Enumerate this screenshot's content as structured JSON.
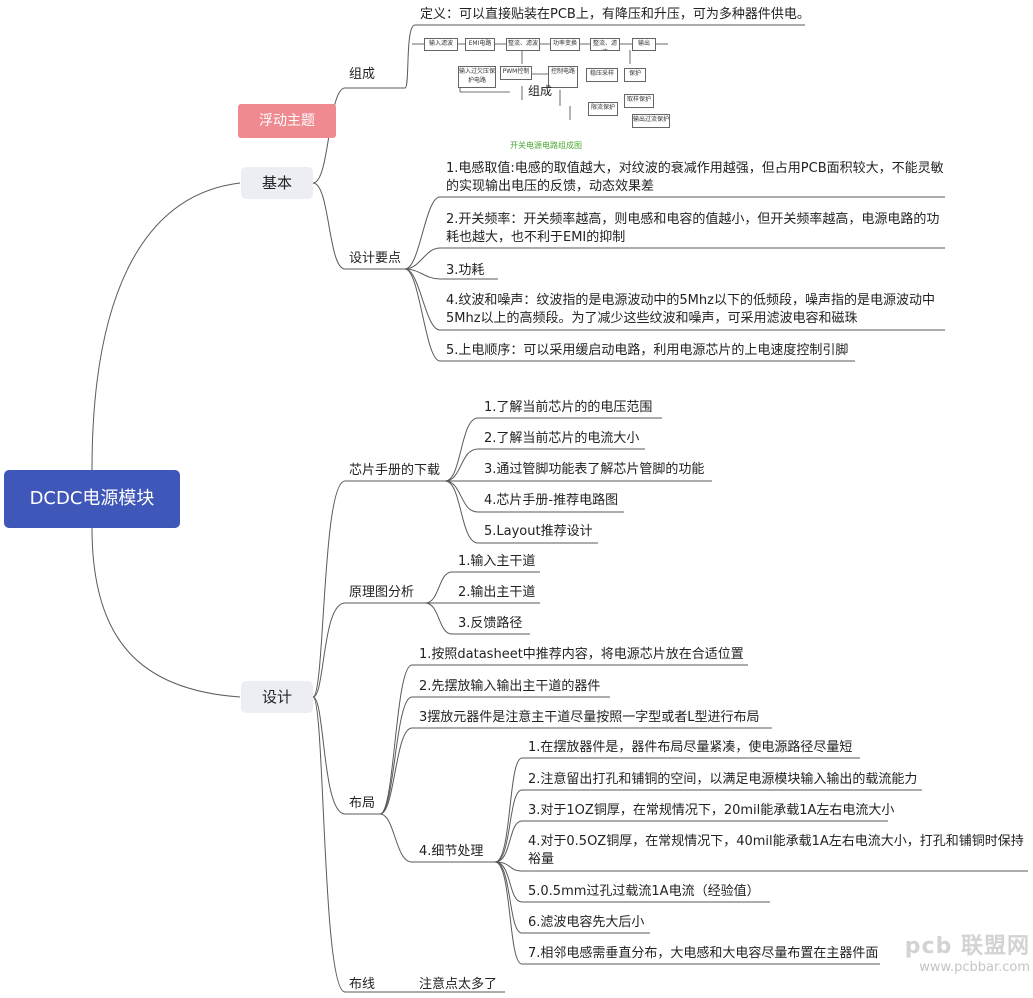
{
  "root": "DCDC电源模块",
  "floating_topic": "浮动主题",
  "basic": {
    "label": "基本",
    "composition": {
      "label": "组成",
      "definition": "定义：可以直接贴装在PCB上，有降压和升压，可为多种器件供电。",
      "image_overlay_label": "组成",
      "image_caption": "开关电源电路组成图",
      "image_boxes": [
        "输入滤波",
        "EMI电路",
        "整流、滤波",
        "功率变换",
        "整流、滤波",
        "输出",
        "输入过欠压保护电路",
        "PWM控制",
        "控制电路",
        "稳压采样",
        "保护",
        "取样保护",
        "限流保护",
        "输出过流保护"
      ]
    },
    "design_points": {
      "label": "设计要点",
      "items": [
        "1.电感取值:电感的取值越大，对纹波的衰减作用越强，但占用PCB面积较大，不能灵敏的实现输出电压的反馈，动态效果差",
        "2.开关频率：开关频率越高，则电感和电容的值越小，但开关频率越高，电源电路的功耗也越大，也不利于EMI的抑制",
        "3.功耗",
        "4.纹波和噪声：纹波指的是电源波动中的5Mhz以下的低频段，噪声指的是电源波动中5Mhz以上的高频段。为了减少这些纹波和噪声，可采用滤波电容和磁珠",
        "5.上电顺序：可以采用缓启动电路，利用电源芯片的上电速度控制引脚"
      ]
    }
  },
  "design": {
    "label": "设计",
    "datasheet": {
      "label": "芯片手册的下载",
      "items": [
        "1.了解当前芯片的的电压范围",
        "2.了解当前芯片的电流大小",
        "3.通过管脚功能表了解芯片管脚的功能",
        "4.芯片手册-推荐电路图",
        "5.Layout推荐设计"
      ]
    },
    "schematic": {
      "label": "原理图分析",
      "items": [
        "1.输入主干道",
        "2.输出主干道",
        "3.反馈路径"
      ]
    },
    "layout": {
      "label": "布局",
      "items": [
        "1.按照datasheet中推荐内容，将电源芯片放在合适位置",
        "2.先摆放输入输出主干道的器件",
        "3摆放元器件是注意主干道尽量按照一字型或者L型进行布局"
      ],
      "detail": {
        "label": "4.细节处理",
        "items": [
          "1.在摆放器件是，器件布局尽量紧凑，使电源路径尽量短",
          "2.注意留出打孔和铺铜的空间，以满足电源模块输入输出的载流能力",
          "3.对于1OZ铜厚，在常规情况下，20mil能承载1A左右电流大小",
          "4.对于0.5OZ铜厚，在常规情况下，40mil能承载1A左右电流大小，打孔和铺铜时保持裕量",
          "5.0.5mm过孔过载流1A电流（经验值）",
          "6.滤波电容先大后小",
          "7.相邻电感需垂直分布，大电感和大电容尽量布置在主器件面"
        ]
      }
    },
    "routing": {
      "label": "布线",
      "note": "注意点太多了"
    }
  },
  "watermark": {
    "logo": "pcb 联盟网",
    "url": "www.pcbbar.com"
  }
}
